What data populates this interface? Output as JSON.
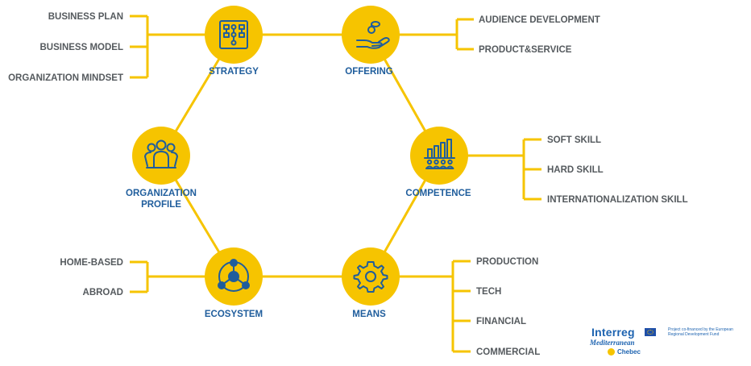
{
  "colors": {
    "node": "#F6C400",
    "line": "#F6C400",
    "icon": "#1F5D9C",
    "node_label": "#1F5D9C",
    "branch_label": "#555A5E"
  },
  "nodes": [
    {
      "id": "strategy",
      "label": [
        "STRATEGY"
      ],
      "icon": "flowchart-icon"
    },
    {
      "id": "offering",
      "label": [
        "OFFERING"
      ],
      "icon": "hand-offering-icon"
    },
    {
      "id": "competence",
      "label": [
        "COMPETENCE"
      ],
      "icon": "bar-chart-people-icon"
    },
    {
      "id": "means",
      "label": [
        "MEANS"
      ],
      "icon": "gear-icon"
    },
    {
      "id": "ecosystem",
      "label": [
        "ECOSYSTEM"
      ],
      "icon": "network-icon"
    },
    {
      "id": "organization-profile",
      "label": [
        "ORGANIZATION",
        "PROFILE"
      ],
      "icon": "people-group-icon"
    }
  ],
  "branches": {
    "strategy": [
      "BUSINESS PLAN",
      "BUSINESS MODEL",
      "ORGANIZATION MINDSET"
    ],
    "offering": [
      "AUDIENCE DEVELOPMENT",
      "PRODUCT&SERVICE"
    ],
    "competence": [
      "SOFT SKILL",
      "HARD SKILL",
      "INTERNATIONALIZATION SKILL"
    ],
    "means": [
      "PRODUCTION",
      "TECH",
      "FINANCIAL",
      "COMMERCIAL"
    ],
    "ecosystem": [
      "HOME-BASED",
      "ABROAD"
    ]
  },
  "logo": {
    "brand": "Interreg",
    "sub": "Mediterranean",
    "fund_text": "Project co-financed by the European Regional Development Fund",
    "project": "Chebec"
  }
}
